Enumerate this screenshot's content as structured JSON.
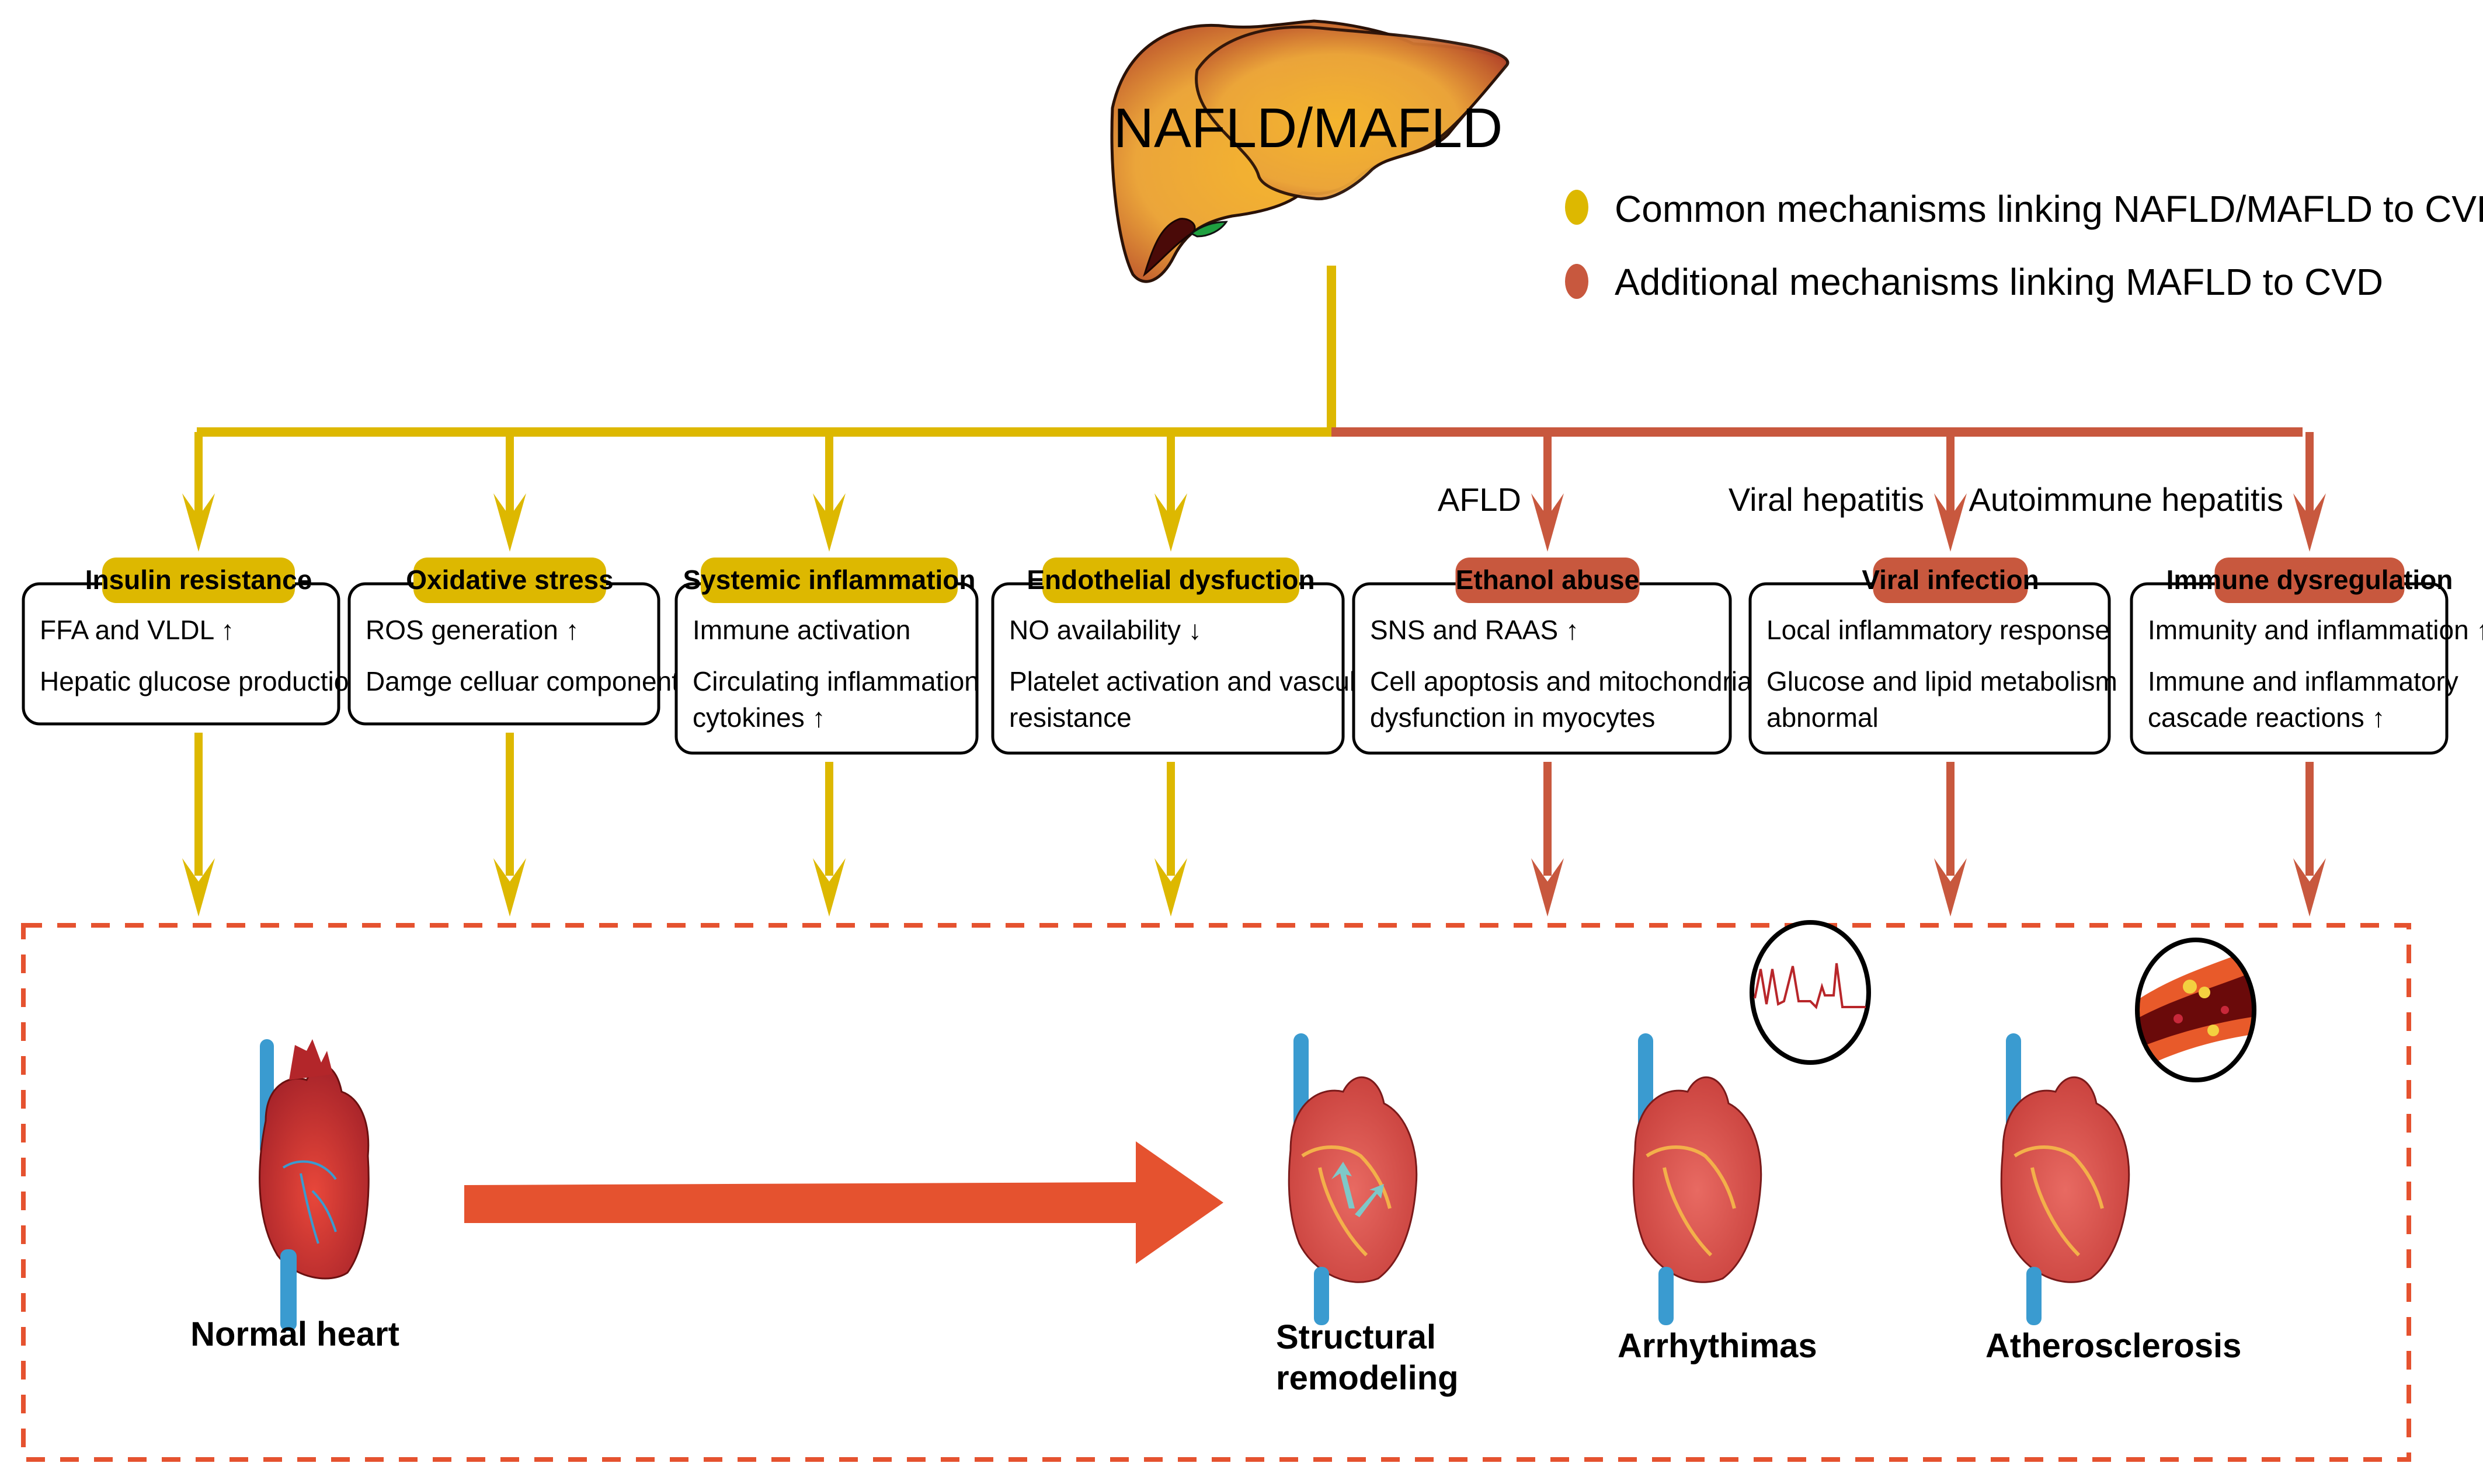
{
  "title": "NAFLD/MAFLD",
  "colors": {
    "common": "#DDB800",
    "additional": "#C8583E",
    "outcome_border": "#E5522F",
    "big_arrow": "#E5522F"
  },
  "legend": [
    {
      "color_key": "common",
      "label": "Common mechanisms linking NAFLD/MAFLD to CVD"
    },
    {
      "color_key": "additional",
      "label": "Additional mechanisms linking MAFLD to CVD"
    }
  ],
  "mechanisms": [
    {
      "kind": "common",
      "cause": "",
      "title": "Insulin resistance",
      "lines": [
        "FFA and VLDL ↑",
        "Hepatic glucose production"
      ]
    },
    {
      "kind": "common",
      "cause": "",
      "title": "Oxidative stress",
      "lines": [
        "ROS generation ↑",
        "Damge celluar components"
      ]
    },
    {
      "kind": "common",
      "cause": "",
      "title": "Systemic inflammation",
      "lines": [
        "Immune activation",
        "Circulating inflammation",
        "cytokines ↑"
      ]
    },
    {
      "kind": "common",
      "cause": "",
      "title": "Endothelial dysfuction",
      "lines": [
        "NO availability ↓",
        "Platelet activation and vascular",
        "resistance"
      ]
    },
    {
      "kind": "additional",
      "cause": "AFLD",
      "title": "Ethanol abuse",
      "lines": [
        "SNS and RAAS ↑",
        "Cell apoptosis and mitochondrial",
        "dysfunction in myocytes"
      ]
    },
    {
      "kind": "additional",
      "cause": "Viral hepatitis",
      "title": "Viral infection",
      "lines": [
        "Local inflammatory response",
        "Glucose and lipid metabolism",
        "abnormal"
      ]
    },
    {
      "kind": "additional",
      "cause": "Autoimmune hepatitis",
      "title": "Immune dysregulation",
      "lines": [
        "Immunity and inflammation ↑",
        "Immune and inflammatory",
        "cascade reactions ↑"
      ]
    }
  ],
  "outcomes": {
    "normal": "Normal heart",
    "structural": [
      "Structural",
      "remodeling"
    ],
    "arrhythmia": "Arrhythimas",
    "atherosclerosis": "Atherosclerosis"
  }
}
